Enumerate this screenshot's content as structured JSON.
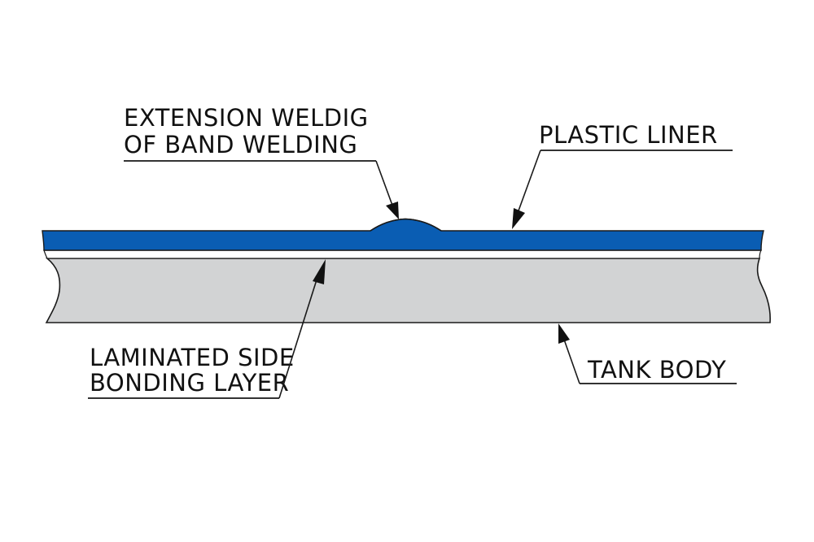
{
  "diagram": {
    "title": "Tank lining cross-section",
    "colors": {
      "plastic_liner": "#0a5db3",
      "bonding_layer": "#ffffff",
      "tank_body": "#d2d3d4",
      "outline": "#1a1a1a",
      "text": "#111111"
    },
    "labels": {
      "extension_welding": {
        "line1": "EXTENSION WELDIG",
        "line2": "OF BAND WELDING"
      },
      "plastic_liner": {
        "line1": "PLASTIC LINER"
      },
      "bonding_layer": {
        "line1": "LAMINATED SIDE",
        "line2": "BONDING LAYER"
      },
      "tank_body": {
        "line1": "TANK BODY"
      }
    }
  }
}
